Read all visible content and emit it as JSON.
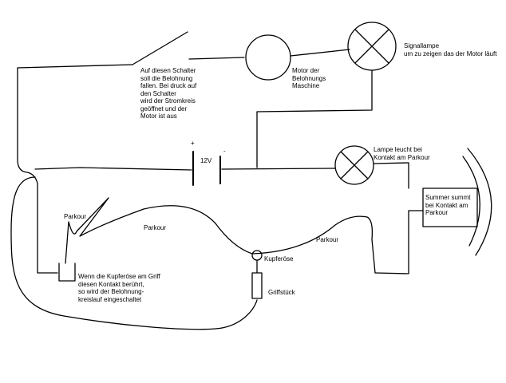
{
  "labels": {
    "switch_note": "Auf diesen Schalter\nsoll die Belohnung\nfallen. Bei druck auf\nden Schalter\nwird der Stromkreis\ngeöffnet und der\nMotor ist aus",
    "motor": "Motor der\nBelohnungs\nMaschine",
    "signal_lamp": "Signallampe\num zu zeigen das der Motor läuft",
    "battery_plus": "+",
    "battery_minus": "-",
    "battery_voltage": "12V",
    "lamp_contact": "Lampe leucht bei\nKontakt am Parkour",
    "buzzer": "Summer summt\nbei Kontakt am\nParkour",
    "parkour_1": "Parkour",
    "parkour_2": "Parkour",
    "parkour_3": "Parkour",
    "copper_eyelet": "Kupferöse",
    "handle": "Griffstück",
    "contact_note": "Wenn die Kupferöse am Griff\ndiesen Kontakt berührt,\nso wird der Belohnung-\nkreislauf eingeschaltet"
  }
}
